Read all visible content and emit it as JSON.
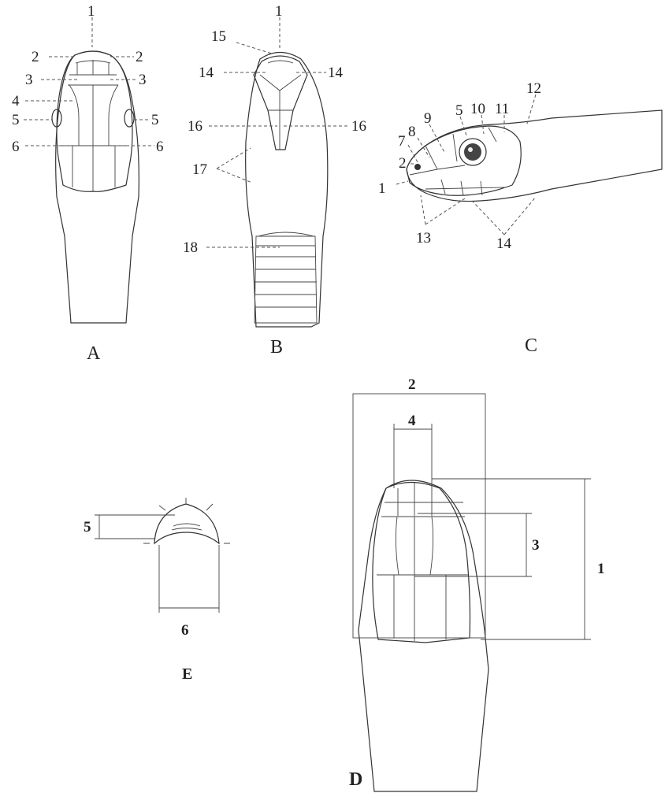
{
  "panels": {
    "A": {
      "letter": "A",
      "labels": {
        "n1": "1",
        "n2a": "2",
        "n2b": "2",
        "n3a": "3",
        "n3b": "3",
        "n4": "4",
        "n5a": "5",
        "n5b": "5",
        "n6a": "6",
        "n6b": "6"
      }
    },
    "B": {
      "letter": "B",
      "labels": {
        "n1": "1",
        "n15": "15",
        "n14a": "14",
        "n14b": "14",
        "n16a": "16",
        "n16b": "16",
        "n17": "17",
        "n18": "18"
      }
    },
    "C": {
      "letter": "C",
      "labels": {
        "n1": "1",
        "n2": "2",
        "n7": "7",
        "n8": "8",
        "n9": "9",
        "n5": "5",
        "n10": "10",
        "n11": "11",
        "n12": "12",
        "n13": "13",
        "n14": "14"
      }
    },
    "D": {
      "letter": "D",
      "labels": {
        "n1": "1",
        "n2": "2",
        "n3": "3",
        "n4": "4"
      }
    },
    "E": {
      "letter": "E",
      "labels": {
        "n5": "5",
        "n6": "6"
      }
    }
  }
}
